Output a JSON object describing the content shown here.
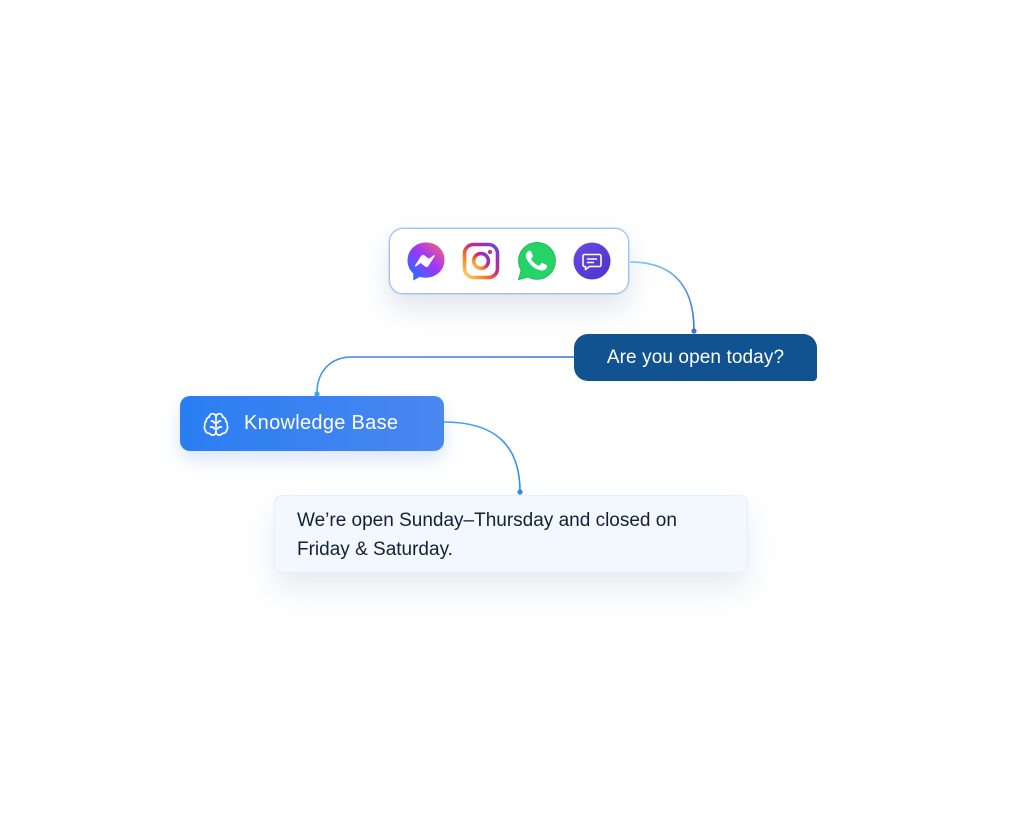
{
  "channels": {
    "items": [
      {
        "name": "messenger-icon",
        "color": "#a334fa"
      },
      {
        "name": "instagram-icon",
        "color": "#e1306c"
      },
      {
        "name": "whatsapp-icon",
        "color": "#25d366"
      },
      {
        "name": "live-chat-icon",
        "color": "#5b3fd6"
      }
    ]
  },
  "question": {
    "text": "Are you open today?",
    "color": "#115291"
  },
  "knowledge_base": {
    "label": "Knowledge Base",
    "icon": "brain-icon",
    "color": "#2a7ef2"
  },
  "answer": {
    "line1": "We’re open Sunday–Thursday and closed on",
    "line2": "Friday & Saturday."
  },
  "connector_color": "#3a8be8"
}
